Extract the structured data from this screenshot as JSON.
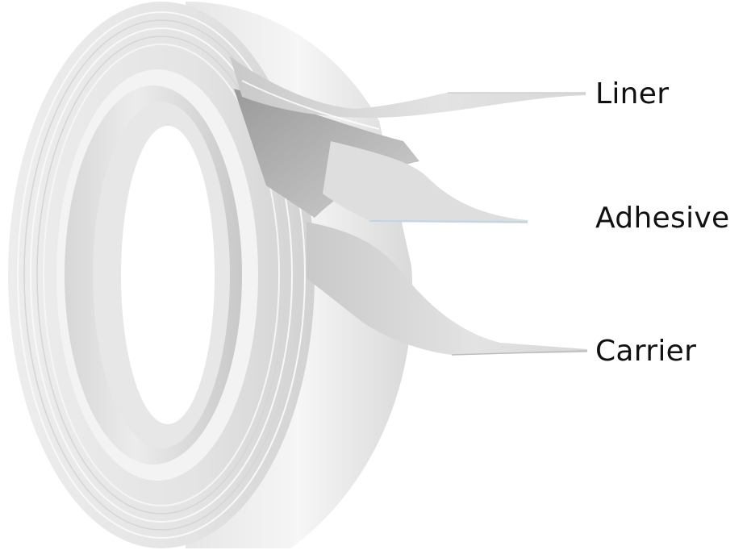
{
  "diagram": {
    "subject": "double-sided tape roll",
    "labels": [
      {
        "id": "liner",
        "text": "Liner"
      },
      {
        "id": "adhesive",
        "text": "Adhesive"
      },
      {
        "id": "carrier",
        "text": "Carrier"
      }
    ],
    "colors": {
      "background": "#ffffff",
      "roll_light": "#f2f2f2",
      "roll_mid": "#dcdcdc",
      "roll_dark": "#b9b9b9",
      "label_text": "#111111",
      "adhesive_tint": "#cfe3ea"
    }
  }
}
